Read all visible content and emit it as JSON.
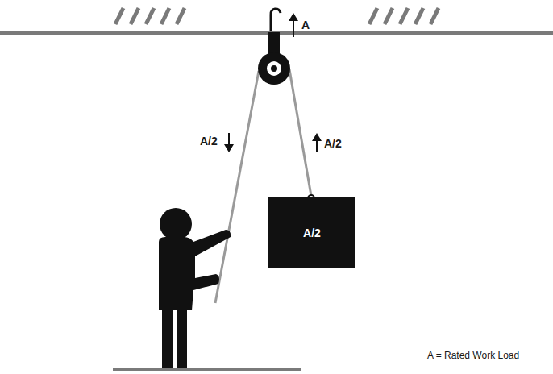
{
  "diagram": {
    "nodes": [
      {
        "text": [
          "A/2"
        ]
      }
    ],
    "labels": [
      "A",
      "A/2",
      "A/2",
      "A = Rated Work Load"
    ]
  }
}
